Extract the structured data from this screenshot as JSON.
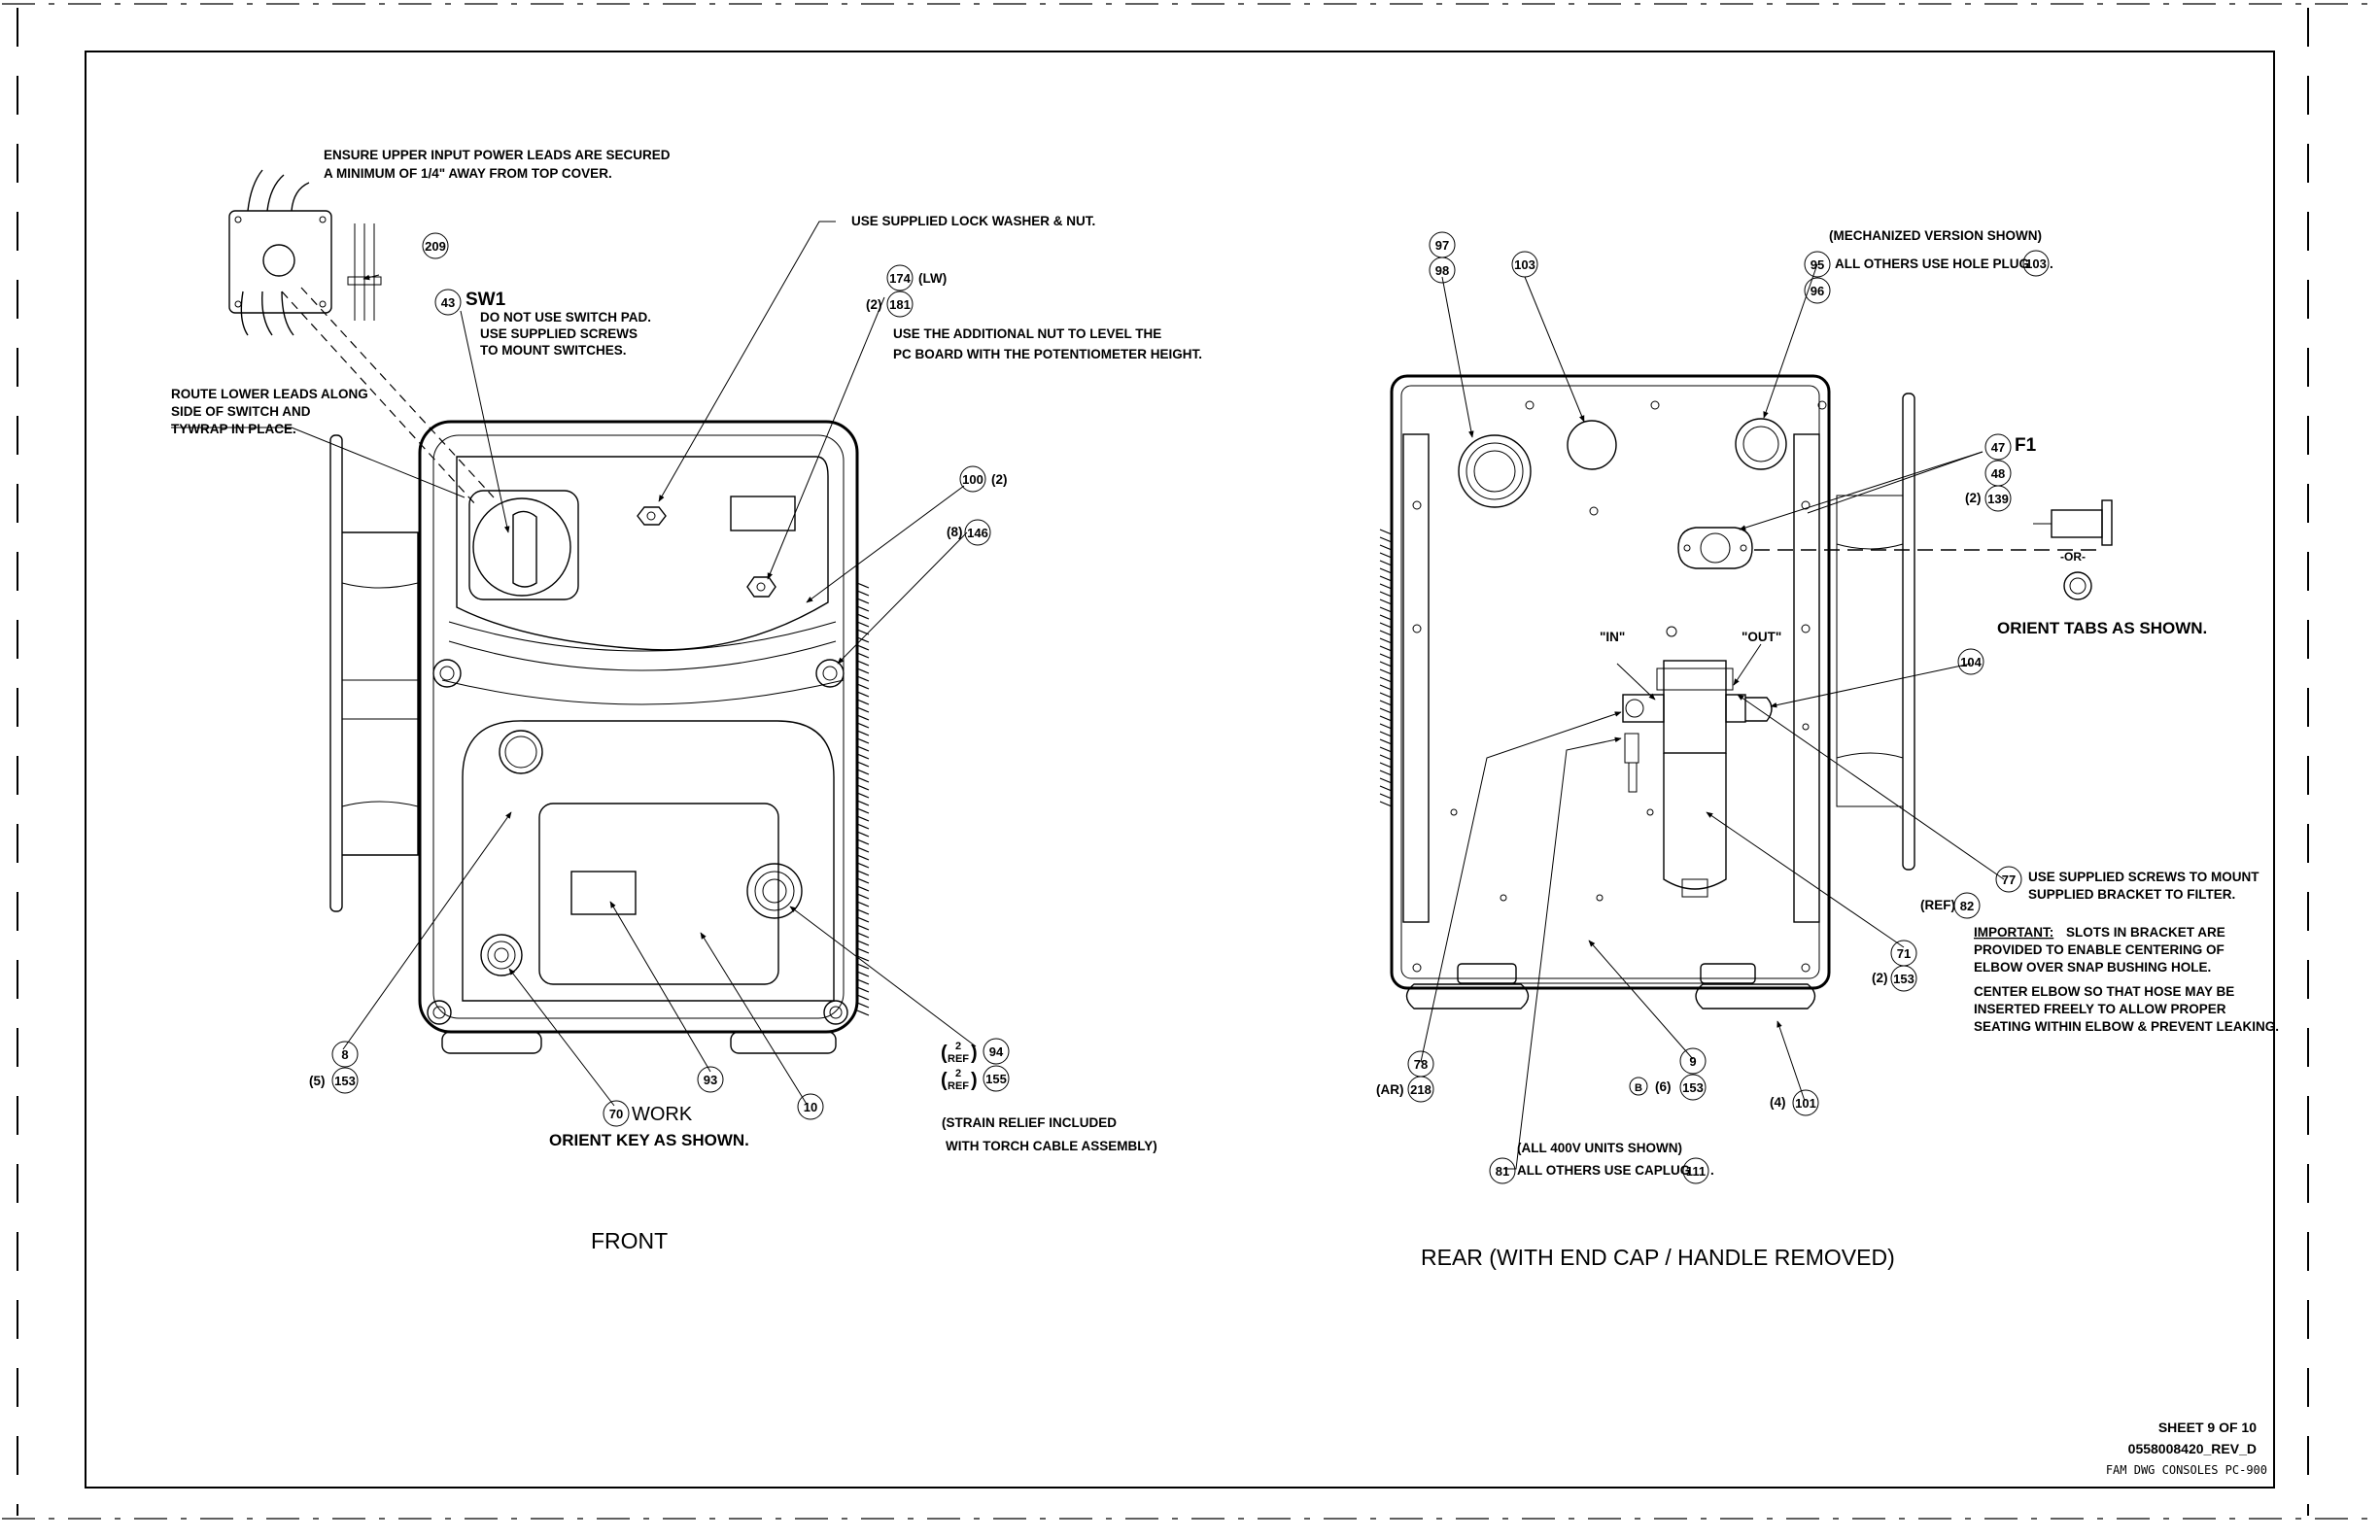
{
  "front": {
    "caption": "FRONT",
    "notes": {
      "upper_leads_1": "ENSURE UPPER INPUT POWER LEADS ARE SECURED",
      "upper_leads_2": "A MINIMUM OF 1/4\" AWAY FROM TOP COVER.",
      "lower_leads_1": "ROUTE LOWER LEADS ALONG",
      "lower_leads_2": "SIDE OF SWITCH AND",
      "lower_leads_3": "TYWRAP IN PLACE.",
      "sw1_title": "SW1",
      "sw1_1": "DO NOT USE SWITCH PAD.",
      "sw1_2": "USE SUPPLIED SCREWS",
      "sw1_3": "TO MOUNT SWITCHES.",
      "lockwasher": "USE SUPPLIED LOCK WASHER & NUT.",
      "lw_tag": "(LW)",
      "qty_181": "(2)",
      "addnut_1": "USE THE ADDITIONAL NUT TO LEVEL THE",
      "addnut_2": "PC BOARD WITH THE POTENTIOMETER HEIGHT.",
      "qty_100": "(2)",
      "qty_146": "(8)",
      "qty_153": "(5)",
      "work": "WORK",
      "orient_key": "ORIENT KEY AS SHOWN.",
      "ref_a": "REF",
      "ref_b": "REF",
      "ref_qty": "2",
      "strain_1": "(STRAIN RELIEF INCLUDED",
      "strain_2": "WITH TORCH CABLE ASSEMBLY)"
    },
    "balloons": [
      "209",
      "43",
      "174",
      "181",
      "100",
      "146",
      "8",
      "153",
      "70",
      "93",
      "10",
      "94",
      "155"
    ]
  },
  "rear": {
    "caption": "REAR (WITH END CAP / HANDLE REMOVED)",
    "notes": {
      "mech_1": "(MECHANIZED VERSION SHOWN)",
      "mech_2": "ALL OTHERS USE HOLE PLUG",
      "f1": "F1",
      "qty_139": "(2)",
      "or": "-OR-",
      "orient_tabs": "ORIENT TABS AS SHOWN.",
      "in": "\"IN\"",
      "out": "\"OUT\"",
      "filter_1": "USE SUPPLIED SCREWS TO MOUNT",
      "filter_2": "SUPPLIED BRACKET TO FILTER.",
      "ref_82": "(REF)",
      "important_label": "IMPORTANT:",
      "important_1": "SLOTS IN BRACKET ARE",
      "important_2": "PROVIDED TO ENABLE CENTERING OF",
      "important_3": "ELBOW OVER SNAP BUSHING HOLE.",
      "center_1": "CENTER ELBOW SO THAT HOSE MAY BE",
      "center_2": "INSERTED FREELY TO ALLOW PROPER",
      "center_3": "SEATING WITHIN ELBOW & PREVENT LEAKING.",
      "qty_153": "(2)",
      "ar": "(AR)",
      "b_qty": "(6)",
      "b_tag": "B",
      "qty_101": "(4)",
      "u400_1": "(ALL 400V UNITS SHOWN)",
      "u400_2": "ALL OTHERS USE CAPLUG",
      "period": "."
    },
    "balloons": [
      "97",
      "98",
      "103",
      "95",
      "96",
      "103",
      "47",
      "48",
      "139",
      "104",
      "77",
      "82",
      "71",
      "153",
      "9",
      "153",
      "78",
      "218",
      "101",
      "81",
      "111"
    ]
  },
  "title_block": {
    "sheet": "SHEET 9 OF 10",
    "doc_no": "0558008420_REV_D",
    "desc": "FAM DWG CONSOLES PC-900"
  }
}
